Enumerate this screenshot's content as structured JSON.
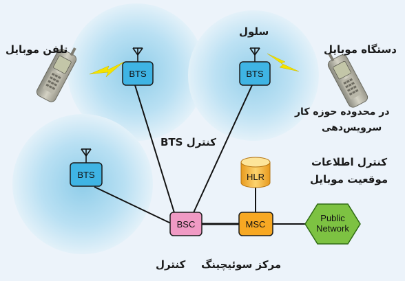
{
  "nodes": {
    "bts_left": "BTS",
    "bts_right": "BTS",
    "bts_lower": "BTS",
    "bsc": "BSC",
    "msc": "MSC",
    "hlr": "HLR",
    "public_network_line1": "Public",
    "public_network_line2": "Network"
  },
  "labels": {
    "mobile_phone": "تلفن موبایل",
    "mobile_device": "دستگاه موبایل",
    "cell": "سلول",
    "service_area_line1": "در محدوده حوزه کار",
    "service_area_line2": "سرویس‌دهی",
    "bts_control": "کنترل BTS",
    "location_control_line1": "کنترل اطلاعات",
    "location_control_line2": "موقعیت موبایل",
    "switching_center": "مرکز سوئیچینگ",
    "control": "کنترل"
  },
  "colors": {
    "background": "#ecf3fa",
    "cell_core": "#9fd4ee",
    "bts_fill": "#3fb4e4",
    "bsc_fill": "#f09ac4",
    "msc_fill": "#f7a823",
    "hlr_fill": "#f7b43a",
    "public_network_fill": "#7dc242",
    "lightning": "#f4e300"
  }
}
